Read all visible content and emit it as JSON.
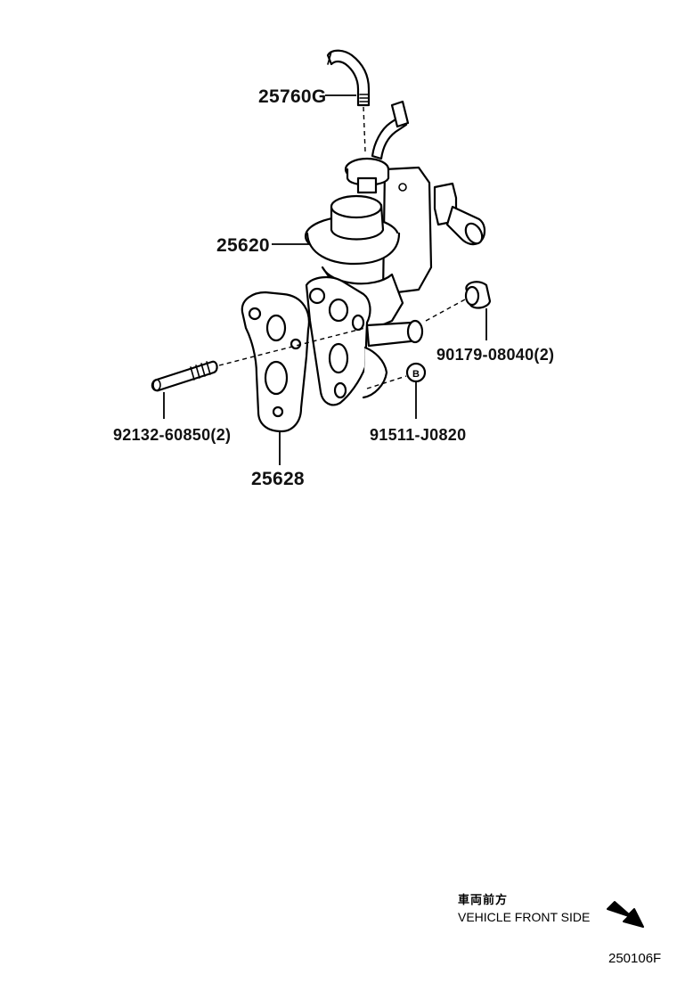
{
  "callouts": {
    "hose": "25760G",
    "egr_valve": "25620",
    "nut": "90179-08040(2)",
    "stud_bolt": "92132-60850(2)",
    "bolt": "91511-J0820",
    "gasket": "25628"
  },
  "marker": {
    "bolt_marker": "B"
  },
  "orientation": {
    "japanese": "車両前方",
    "english": "VEHICLE FRONT SIDE"
  },
  "diagram_code": "250106F"
}
